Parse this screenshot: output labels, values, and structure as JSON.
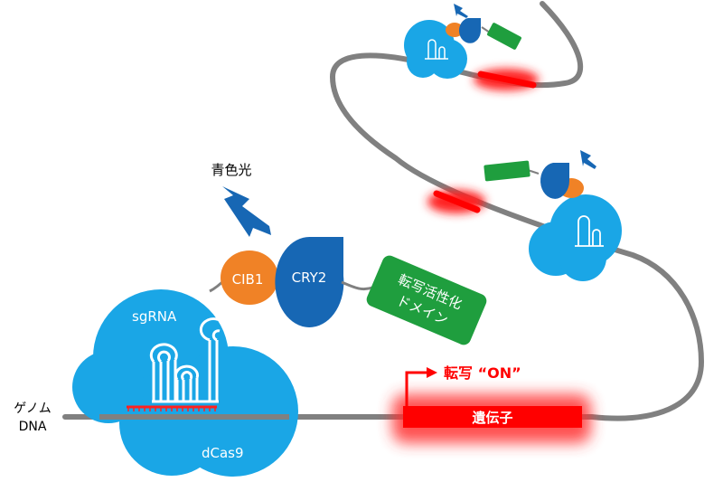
{
  "labels": {
    "blue_light": "青色光",
    "cib1": "CIB1",
    "cry2": "CRY2",
    "activation_domain_line1": "転写活性化",
    "activation_domain_line2": "ドメイン",
    "sgrna": "sgRNA",
    "dcas9": "dCas9",
    "genome_line1": "ゲノム",
    "genome_line2": "DNA",
    "transcription_on": "転写 “ON”",
    "gene": "遺伝子"
  },
  "colors": {
    "dcas9_blue": "#1aa6e6",
    "cry2_blue": "#1767b4",
    "cib1_orange": "#f08226",
    "activation_green": "#1f9e3e",
    "dna_gray": "#808080",
    "gene_red": "#ff0000",
    "light_bolt": "#1767b4"
  },
  "icons": {
    "light": "lightning-bolt-icon",
    "arrow": "transcription-arrow-icon"
  }
}
